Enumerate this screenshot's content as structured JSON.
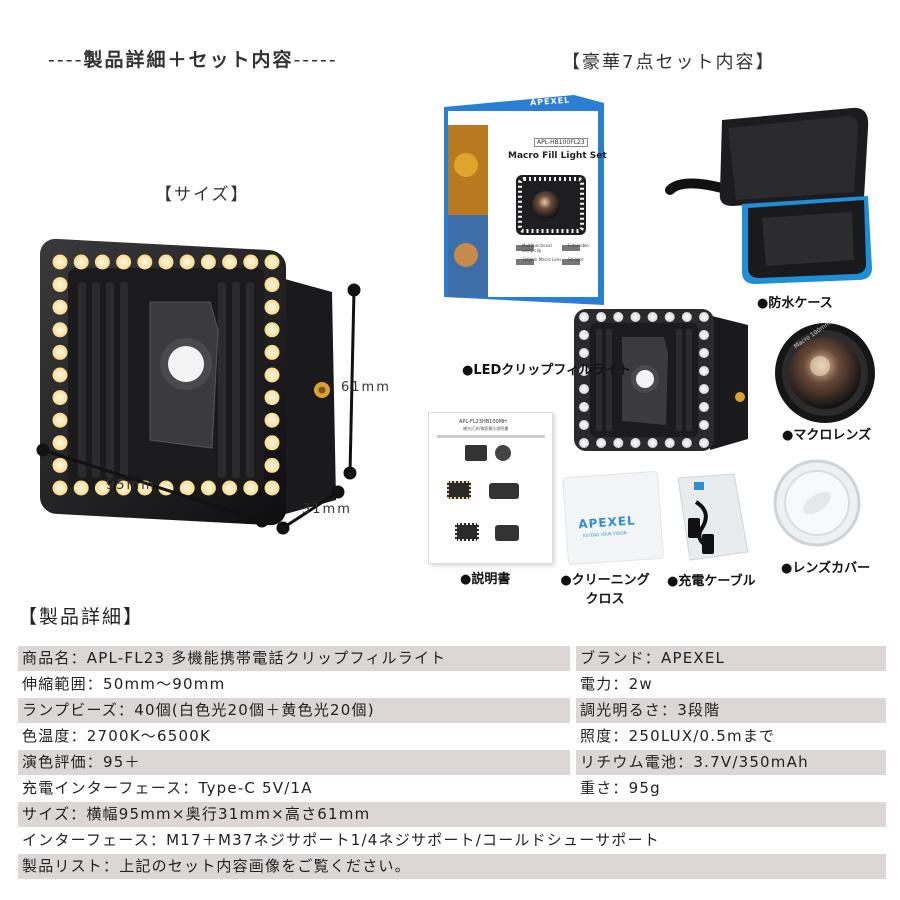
{
  "headings": {
    "main_dashes_left": "----",
    "main_title": "製品詳細＋セット内容",
    "main_dashes_right": "-----",
    "set_title": "【豪華7点セット内容】",
    "size_title": "【サイズ】"
  },
  "dimensions": {
    "height": "61mm",
    "width": "95mm",
    "depth": "31mm"
  },
  "box_print": {
    "brand": "APEXEL",
    "model": "APL-HB100FL23",
    "name": "Macro Fill Light Set",
    "feature1": "Multifunctional Lamp clip",
    "feature2": "Extensible",
    "feature3": "100mm Macro Lens",
    "feature4": "Fill light"
  },
  "manual_print": {
    "model": "APL-FL23HB100MH",
    "subtitle": "補光灯夹/微距鏡头說明書"
  },
  "cloth_print": {
    "brand": "APEXEL",
    "tagline": "EXTEND YOUR VISION"
  },
  "lens_print": "Macro 100mm",
  "set_items": {
    "case": "●防水ケース",
    "light": "●LEDクリップフィルライト",
    "lens": "●マクロレンズ",
    "manual": "●説明書",
    "cloth": "●クリーニング\nクロス",
    "cable": "●充電ケーブル",
    "cover": "●レンズカバー"
  },
  "details_title": "【製品詳細】",
  "spec_rows": [
    {
      "left": "商品名：APL-FL23 多機能携帯電話クリップフィルライト",
      "right": "ブランド：APEXEL"
    },
    {
      "left": "伸縮範囲：50mm～90mm",
      "right": "電力：2w"
    },
    {
      "left": "ランプビーズ：40個(白色光20個＋黄色光20個)",
      "right": "調光明るさ：3段階"
    },
    {
      "left": "色温度：2700K～6500K",
      "right": "照度：250LUX/0.5mまで"
    },
    {
      "left": "演色評価：95＋",
      "right": "リチウム電池：3.7V/350mAh"
    },
    {
      "left": "充電インターフェース：Type-C 5V/1A",
      "right": "重さ：95g"
    }
  ],
  "full_rows": [
    "サイズ：横幅95mm×奥行31mm×高さ61mm",
    "インターフェース：M17＋M37ネジサポート1/4ネジサポート/コールドシューサポート",
    "製品リスト：上記のセット内容画像をご覧ください。"
  ],
  "colors": {
    "row_shade": "#dcd6d6",
    "warm_led": "#fde7b0",
    "cool_led": "#f6f6f6",
    "box_blue": "#2a7fd4",
    "case_accent": "#1e8fd6",
    "mount_gold": "#d9a233"
  }
}
